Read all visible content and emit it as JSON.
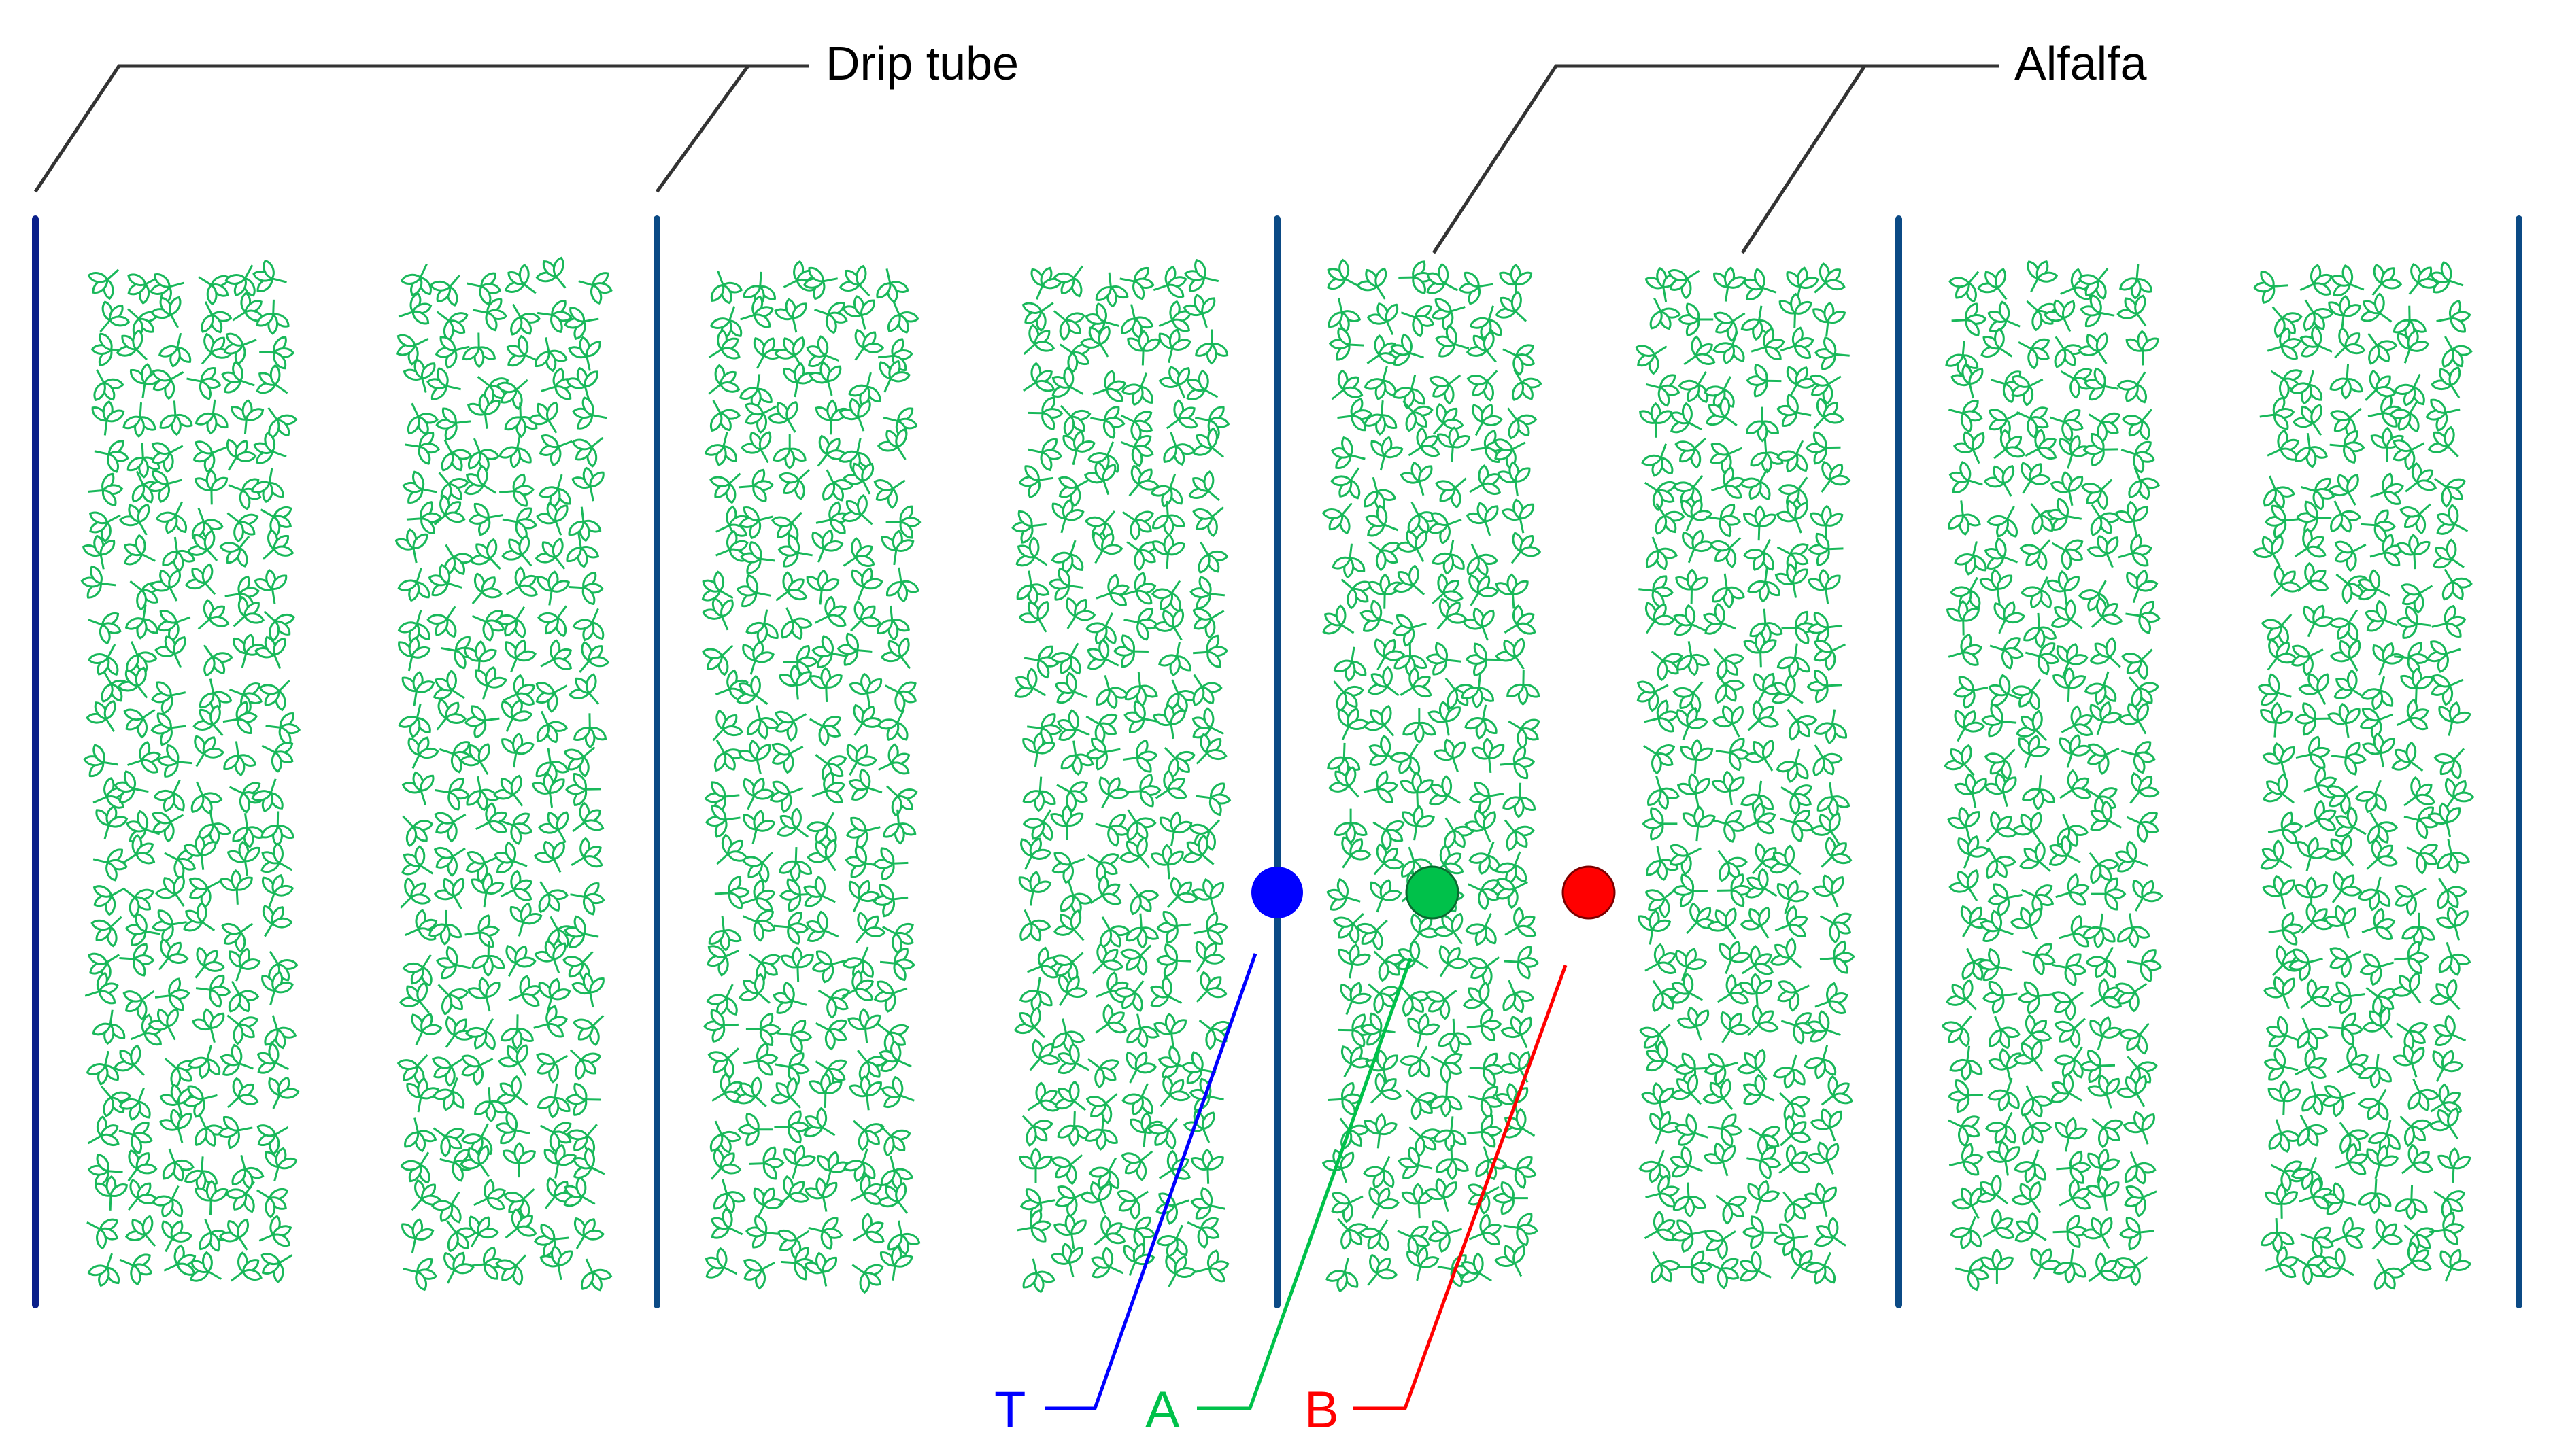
{
  "labels": {
    "drip_tube": "Drip tube",
    "alfalfa": "Alfalfa"
  },
  "sensors": [
    {
      "id": "T",
      "label": "T",
      "color": "#0000ff"
    },
    {
      "id": "A",
      "label": "A",
      "color": "#00c14a"
    },
    {
      "id": "B",
      "label": "B",
      "color": "#ff0000"
    }
  ],
  "colors": {
    "drip_tube": "#0b4a85",
    "alfalfa_leaf": "#19b85a",
    "callout_line": "#333333",
    "text": "#000000"
  },
  "drip_tube_count": 5,
  "alfalfa_row_count": 8
}
